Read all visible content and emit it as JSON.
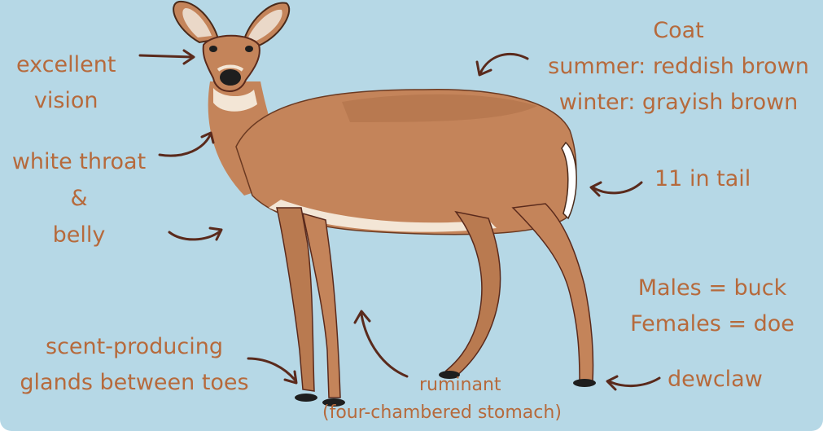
{
  "colors": {
    "background": "#b6d8e6",
    "label_text": "#b66a3c",
    "arrow": "#5a2a1c",
    "deer_body": "#c4845a",
    "deer_shade": "#9e5e38",
    "deer_white": "#f3e6d6"
  },
  "labels": {
    "vision": [
      "excellent",
      "vision"
    ],
    "coat_title": "Coat",
    "coat_summer": "summer: reddish brown",
    "coat_winter": "winter: grayish brown",
    "throat": [
      "white throat",
      "&",
      "belly"
    ],
    "tail": "11 in tail",
    "sexes": [
      "Males = buck",
      "Females = doe"
    ],
    "glands": [
      "scent-producing",
      "glands between toes"
    ],
    "ruminant": "ruminant",
    "stomach": "(four-chambered stomach)",
    "dewclaw": "dewclaw"
  }
}
